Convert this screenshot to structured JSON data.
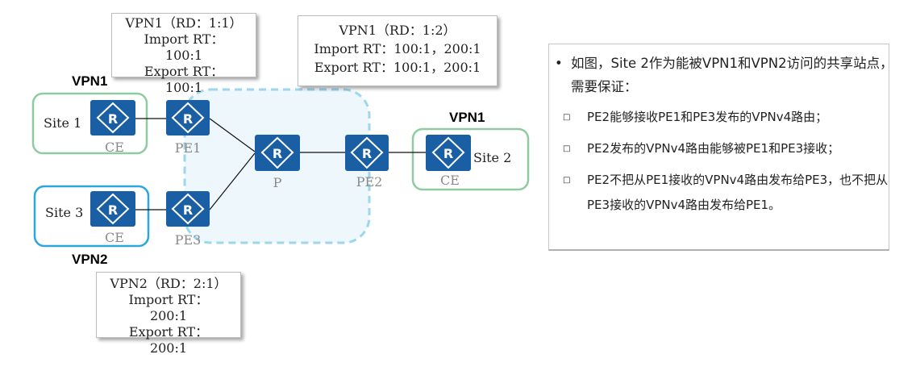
{
  "vpn_labels": {
    "site1_vpn": "VPN1",
    "site3_vpn": "VPN2",
    "site2_vpn": "VPN1"
  },
  "sites": {
    "site1": "Site 1",
    "site2": "Site 2",
    "site3": "Site 3"
  },
  "devices": {
    "ce1": "CE",
    "ce2": "CE",
    "ce3": "CE",
    "pe1": "PE1",
    "pe2": "PE2",
    "pe3": "PE3",
    "p": "P"
  },
  "router_glyph": "R",
  "boxes": {
    "vpn1_pe1": {
      "lines": [
        "VPN1（RD：1:1）",
        "Import RT：",
        "100:1",
        "Export RT：",
        "100:1"
      ]
    },
    "vpn1_pe2": {
      "lines": [
        "VPN1（RD：1:2）",
        "Import RT：100:1，200:1",
        "Export RT：100:1，200:1"
      ]
    },
    "vpn2_pe3": {
      "lines": [
        "VPN2（RD：2:1）",
        "Import RT：",
        "200:1",
        "Export RT：",
        "200:1"
      ]
    }
  },
  "panel": {
    "intro": "如图，Site 2作为能被VPN1和VPN2访问的共享站点，需要保证：",
    "requirements": [
      "PE2能够接收PE1和PE3发布的VPNv4路由；",
      "PE2发布的VPNv4路由能够被PE1和PE3接收；",
      "PE2不把从PE1接收的VPNv4路由发布给PE3，也不把从PE3接收的VPNv4路由发布给PE1。"
    ]
  },
  "colors": {
    "router_fill": "#1a5fa3",
    "vpn1_border": "#8fcaa0",
    "vpn2_border": "#2aa7dc",
    "backbone_fill": "#e9f6fc",
    "backbone_border": "#9fd6ef"
  }
}
